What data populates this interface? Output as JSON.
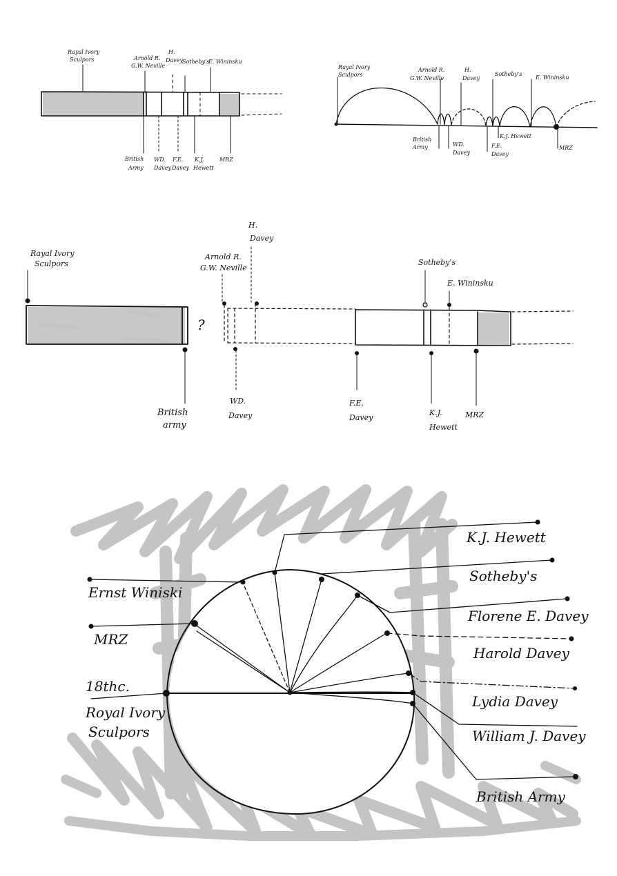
{
  "sketch1": {
    "top_labels": {
      "royal_ivory": [
        "Rayal Ivory",
        "Sculpors"
      ],
      "arnold": [
        "Arnold R.",
        "G.W. Neville"
      ],
      "h_davey": [
        "H.",
        "Davey"
      ],
      "sothebys": "Sotheby's",
      "e_wininski": "E. Wininsku"
    },
    "bottom_labels": {
      "british_army": [
        "British",
        "Army"
      ],
      "wd_davey": [
        "WD.",
        "Davey"
      ],
      "fe_davey": [
        "F.E.",
        "Davey"
      ],
      "kj_hewett": [
        "K.J.",
        "Hewett"
      ],
      "mrz": "MRZ"
    }
  },
  "sketch2": {
    "top_labels": {
      "royal_ivory": [
        "Rayal Ivory",
        "Sculpors"
      ],
      "arnold": [
        "Arnold R.",
        "G.W. Neville"
      ],
      "h_davey": [
        "H.",
        "Davey"
      ],
      "sothebys": "Sotheby's",
      "e_wininski": "E. Wininsku"
    },
    "bottom_labels": {
      "british_army": [
        "British",
        "Army"
      ],
      "wd_davey": [
        "WD.",
        "Davey"
      ],
      "kj_hewett": "K.J. Hewett",
      "fe_davey": [
        "F.E.",
        "Davey"
      ],
      "mrz": "MRZ"
    }
  },
  "sketch3": {
    "top_labels": {
      "royal_ivory": [
        "Rayal Ivory",
        "Sculpors"
      ],
      "arnold": [
        "Arnold R.",
        "G.W. Neville"
      ],
      "h_davey": [
        "H.",
        "Davey"
      ],
      "sothebys": "Sotheby's",
      "e_wininski": "E. Wininsku"
    },
    "question_mark": "?",
    "bottom_labels": {
      "british_army": [
        "British",
        "army"
      ],
      "wd_davey": [
        "WD.",
        "Davey"
      ],
      "fe_davey": [
        "F.E.",
        "Davey"
      ],
      "kj_hewett": [
        "K.J.",
        "Hewett"
      ],
      "mrz": "MRZ"
    }
  },
  "sketch4": {
    "left_labels": {
      "ernst": "Ernst Winiski",
      "mrz": "MRZ",
      "century": "18thc.",
      "royal_ivory": [
        "Royal Ivory",
        "Sculpors"
      ]
    },
    "right_labels": {
      "kj_hewett": "K.J. Hewett",
      "sothebys": "Sotheby's",
      "florence": "Florene E. Davey",
      "harold": "Harold Davey",
      "lydia": "Lydia Davey",
      "william": "William J. Davey",
      "british_army": "British Army"
    }
  }
}
